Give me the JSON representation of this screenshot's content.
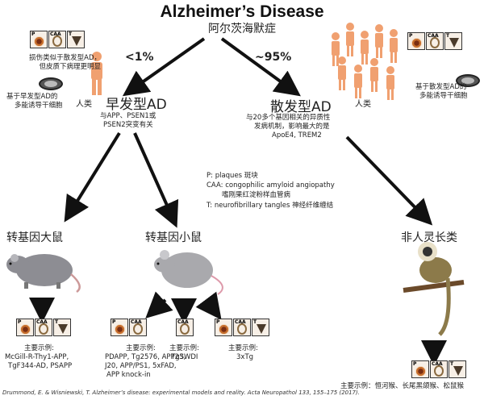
{
  "header": {
    "title": "Alzheimer’s Disease",
    "subtitle": "阿尔茨海默症"
  },
  "branches": {
    "early": {
      "percent": "<1%",
      "title": "早发型AD",
      "desc_line1": "与APP、PSEN1或",
      "desc_line2": "PSEN2突变有关",
      "human_label": "人类",
      "injury_line1": "损伤类似于散发型AD，",
      "injury_line2": "但皮质下病理更明显",
      "stemcell_line1": "基于早发型AD的",
      "stemcell_line2": "多能诱导干细胞"
    },
    "sporadic": {
      "percent": "~95%",
      "title": "散发型AD",
      "desc_line1": "与20多个基因相关的异质性",
      "desc_line2": "发病机制，影响最大的是",
      "desc_line3": "ApoE4, TREM2",
      "human_label": "人类",
      "stemcell_line1": "基于散发型AD的",
      "stemcell_line2": "多能诱导干细胞"
    }
  },
  "legend": {
    "line1": "P: plaques 斑块",
    "line2": "CAA: congophilic amyloid angiopathy",
    "line3": "嗜刚果红淀粉样血管病",
    "line4": "T: neurofibrillary tangles 神经纤维缠结"
  },
  "models": {
    "rat": {
      "title": "转基因大鼠",
      "examples_label": "主要示例:",
      "examples_line1": "McGill-R-Thy1-APP,",
      "examples_line2": "TgF344-AD, PSAPP"
    },
    "mouse": {
      "title": "转基因小鼠",
      "group1_label": "主要示例:",
      "group1_line1": "PDAPP, Tg2576, APP23,",
      "group1_line2": "J20, APP/PS1, 5xFAD,",
      "group1_line3": "APP knock-in",
      "group2_label": "主要示例:",
      "group2_line1": "TgSWDI",
      "group3_label": "主要示例:",
      "group3_line1": "3xTg"
    },
    "primate": {
      "title": "非人灵长类",
      "examples": "主要示例：恒河猴、长尾黑颌猴、松鼠猴"
    }
  },
  "tile_labels": {
    "p": "P",
    "caa": "CAA",
    "t": "T"
  },
  "citation": "Drummond, E. & Wisniewski, T. Alzheimer’s disease: experimental models and reality. Acta Neuropathol 133, 155–175 (2017).",
  "colors": {
    "arrow": "#111111",
    "human": "#f0a070",
    "animal": "#9a9a9a",
    "plaque": "#b5652a"
  }
}
